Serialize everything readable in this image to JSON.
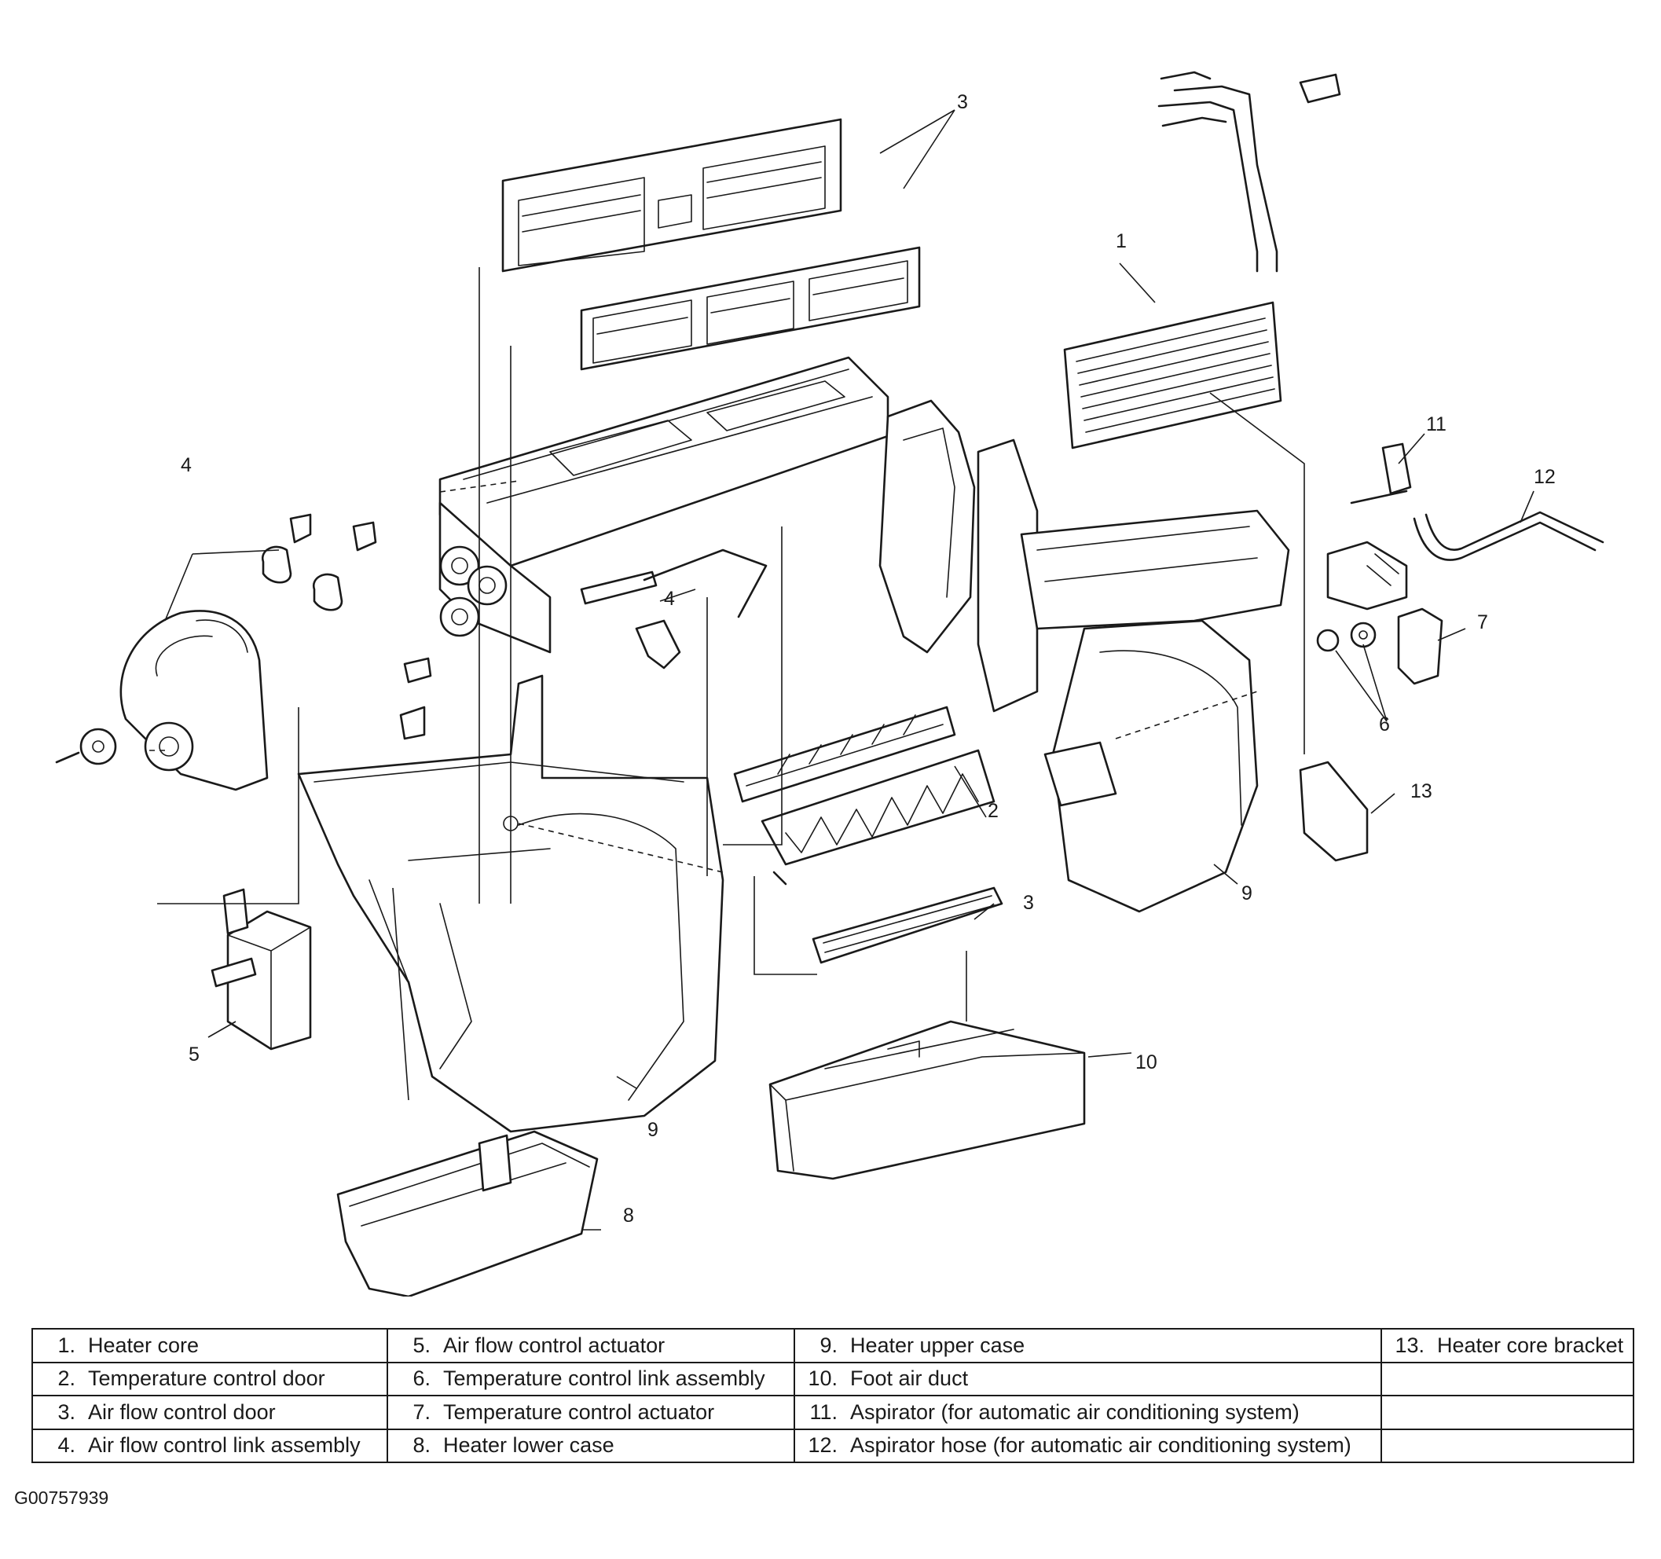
{
  "callouts": {
    "c1": "1",
    "c2": "2",
    "c3a": "3",
    "c3b": "3",
    "c4a": "4",
    "c4b": "4",
    "c5": "5",
    "c6": "6",
    "c7": "7",
    "c8": "8",
    "c9a": "9",
    "c9b": "9",
    "c10": "10",
    "c11": "11",
    "c12": "12",
    "c13": "13"
  },
  "legend": [
    [
      {
        "num": "1.",
        "text": "Heater core"
      },
      {
        "num": "5.",
        "text": "Air flow control actuator"
      },
      {
        "num": "9.",
        "text": "Heater upper case"
      },
      {
        "num": "13.",
        "text": "Heater core bracket"
      }
    ],
    [
      {
        "num": "2.",
        "text": "Temperature control door"
      },
      {
        "num": "6.",
        "text": "Temperature control link assembly"
      },
      {
        "num": "10.",
        "text": "Foot air duct"
      },
      {
        "num": "",
        "text": ""
      }
    ],
    [
      {
        "num": "3.",
        "text": "Air flow control door"
      },
      {
        "num": "7.",
        "text": "Temperature control actuator"
      },
      {
        "num": "11.",
        "text": "Aspirator (for automatic air conditioning system)"
      },
      {
        "num": "",
        "text": ""
      }
    ],
    [
      {
        "num": "4.",
        "text": "Air flow control link assembly"
      },
      {
        "num": "8.",
        "text": "Heater lower case"
      },
      {
        "num": "12.",
        "text": "Aspirator hose (for automatic air conditioning system)"
      },
      {
        "num": "",
        "text": ""
      }
    ]
  ],
  "figure_id": "G00757939"
}
